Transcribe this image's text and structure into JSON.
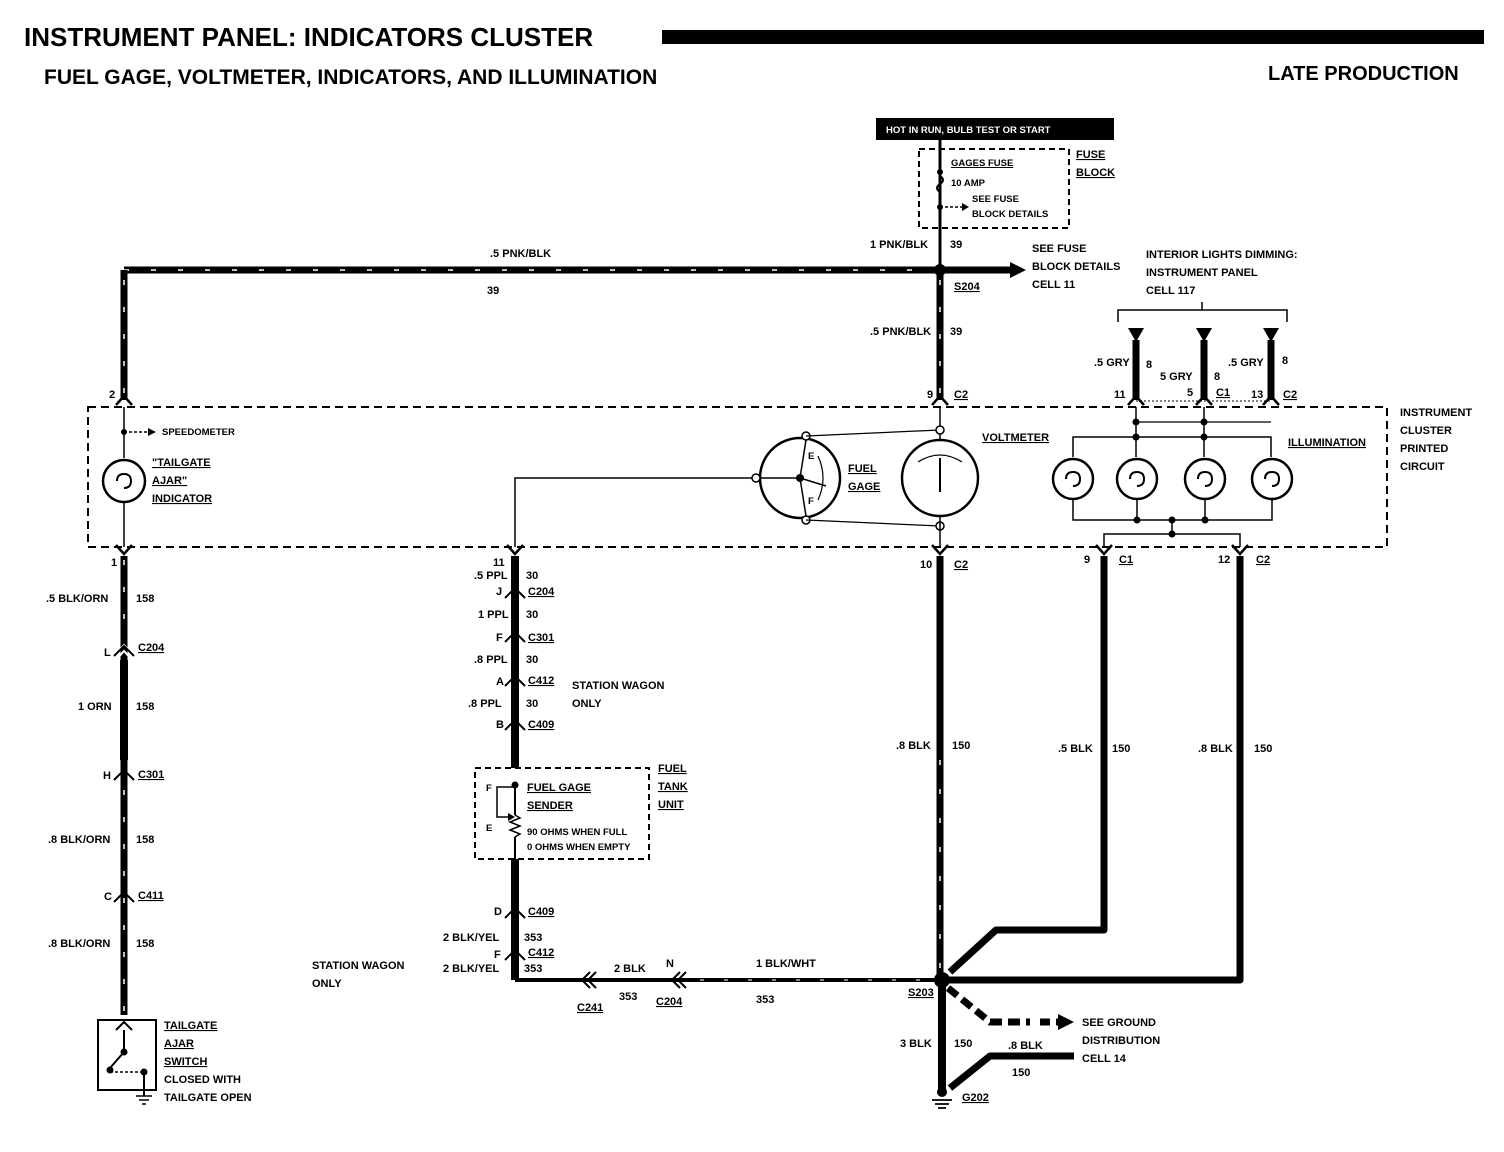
{
  "header": {
    "title": "INSTRUMENT PANEL: INDICATORS CLUSTER",
    "subtitle": "FUEL GAGE, VOLTMETER, INDICATORS, AND ILLUMINATION",
    "production": "LATE PRODUCTION"
  },
  "power": {
    "hot_label": "HOT IN RUN, BULB TEST OR START",
    "fuse_name": "GAGES FUSE",
    "fuse_rating": "10 AMP",
    "see_fuse_1": "SEE FUSE",
    "see_fuse_2": "BLOCK DETAILS",
    "fuse_block_1": "FUSE",
    "fuse_block_2": "BLOCK",
    "see_fuse_cell_1": "SEE FUSE",
    "see_fuse_cell_2": "BLOCK DETAILS",
    "see_fuse_cell_3": "CELL 11"
  },
  "wires": {
    "w_1pnkblk": "1 PNK/BLK",
    "w_39": "39",
    "w_5pnkblk_top": ".5 PNK/BLK",
    "w_39_top": "39",
    "splice_s204": "S204",
    "w_5pnkblk_v": ".5 PNK/BLK",
    "w_39_v": "39",
    "w_5gry_1": ".5 GRY",
    "w_8_1": "8",
    "w_5gry_2": "5 GRY",
    "w_8_2": "8",
    "w_5gry_3": ".5 GRY",
    "w_8_3": "8",
    "w_5blkorn": ".5 BLK/ORN",
    "w_158_a": "158",
    "w_1orn": "1 ORN",
    "w_158_b": "158",
    "w_8blkorn_a": ".8 BLK/ORN",
    "w_158_c": "158",
    "w_8blkorn_b": ".8 BLK/ORN",
    "w_158_d": "158",
    "w_5ppl": ".5 PPL",
    "w_30_a": "30",
    "w_1ppl": "1 PPL",
    "w_30_b": "30",
    "w_8ppl_a": ".8 PPL",
    "w_30_c": "30",
    "w_8ppl_b": ".8 PPL",
    "w_30_d": "30",
    "w_2blkyel_a": "2 BLK/YEL",
    "w_353_a": "353",
    "w_2blkyel_b": "2 BLK/YEL",
    "w_353_b": "353",
    "w_2blk": "2 BLK",
    "w_353_c": "353",
    "w_1blkwht": "1 BLK/WHT",
    "w_353_d": "353",
    "w_8blk_a": ".8 BLK",
    "w_150_a": "150",
    "w_5blk": ".5 BLK",
    "w_150_b": "150",
    "w_8blk_b": ".8 BLK",
    "w_150_c": "150",
    "w_3blk": "3 BLK",
    "w_150_d": "150",
    "w_8blk_c": ".8 BLK",
    "w_150_e": "150"
  },
  "connectors": {
    "c2_a": "C2",
    "c2_b": "C2",
    "c2_c": "C2",
    "c2_d": "C2",
    "c1_a": "C1",
    "c1_b": "C1",
    "c204_a": "C204",
    "c204_b": "C204",
    "c204_c": "C204",
    "c301_a": "C301",
    "c301_b": "C301",
    "c411": "C411",
    "c412_a": "C412",
    "c412_b": "C412",
    "c409_a": "C409",
    "c409_b": "C409",
    "c241": "C241",
    "s203": "S203",
    "g202": "G202"
  },
  "pins": {
    "p2": "2",
    "p9": "9",
    "p11": "11",
    "p5": "5",
    "p13": "13",
    "p1": "1",
    "p11b": "11",
    "p10": "10",
    "p9b": "9",
    "p12": "12",
    "pL": "L",
    "pH": "H",
    "pC": "C",
    "pJ": "J",
    "pF": "F",
    "pA": "A",
    "pB": "B",
    "pD": "D",
    "pF2": "F",
    "pN": "N"
  },
  "components": {
    "speedometer": "SPEEDOMETER",
    "tailgate_ind_1": "\"TAILGATE",
    "tailgate_ind_2": "AJAR\"",
    "tailgate_ind_3": "INDICATOR",
    "fuel_gage_1": "FUEL",
    "fuel_gage_2": "GAGE",
    "gage_e": "E",
    "gage_f": "F",
    "voltmeter": "VOLTMETER",
    "illumination": "ILLUMINATION",
    "cluster_1": "INSTRUMENT",
    "cluster_2": "CLUSTER",
    "cluster_3": "PRINTED",
    "cluster_4": "CIRCUIT",
    "dimming_1": "INTERIOR LIGHTS DIMMING:",
    "dimming_2": "INSTRUMENT PANEL",
    "dimming_3": "CELL 117",
    "sender_1": "FUEL GAGE",
    "sender_2": "SENDER",
    "sender_f": "F",
    "sender_e": "E",
    "sender_full": "90 OHMS WHEN FULL",
    "sender_empty": "0 OHMS WHEN EMPTY",
    "tank_1": "FUEL",
    "tank_2": "TANK",
    "tank_3": "UNIT",
    "wagon_1_a": "STATION WAGON",
    "wagon_1_b": "ONLY",
    "wagon_2_a": "STATION WAGON",
    "wagon_2_b": "ONLY",
    "switch_1": "TAILGATE",
    "switch_2": "AJAR",
    "switch_3": "SWITCH",
    "switch_4": "CLOSED WITH",
    "switch_5": "TAILGATE OPEN",
    "ground_1": "SEE GROUND",
    "ground_2": "DISTRIBUTION",
    "ground_3": "CELL 14"
  }
}
